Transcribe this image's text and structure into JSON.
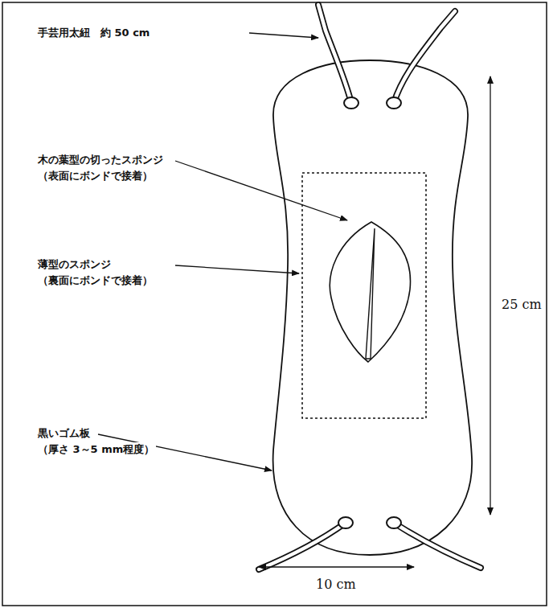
{
  "diagram": {
    "labels": [
      "手芸用太紐　約 50 cm",
      "木の葉型の切ったスポンジ",
      "（表面にボンドで接着）",
      "薄型のスポンジ",
      "（裏面にボンドで接着）",
      "黒いゴム板",
      "（厚さ 3～5 mm程度）",
      "25 cm",
      "10 cm"
    ]
  }
}
